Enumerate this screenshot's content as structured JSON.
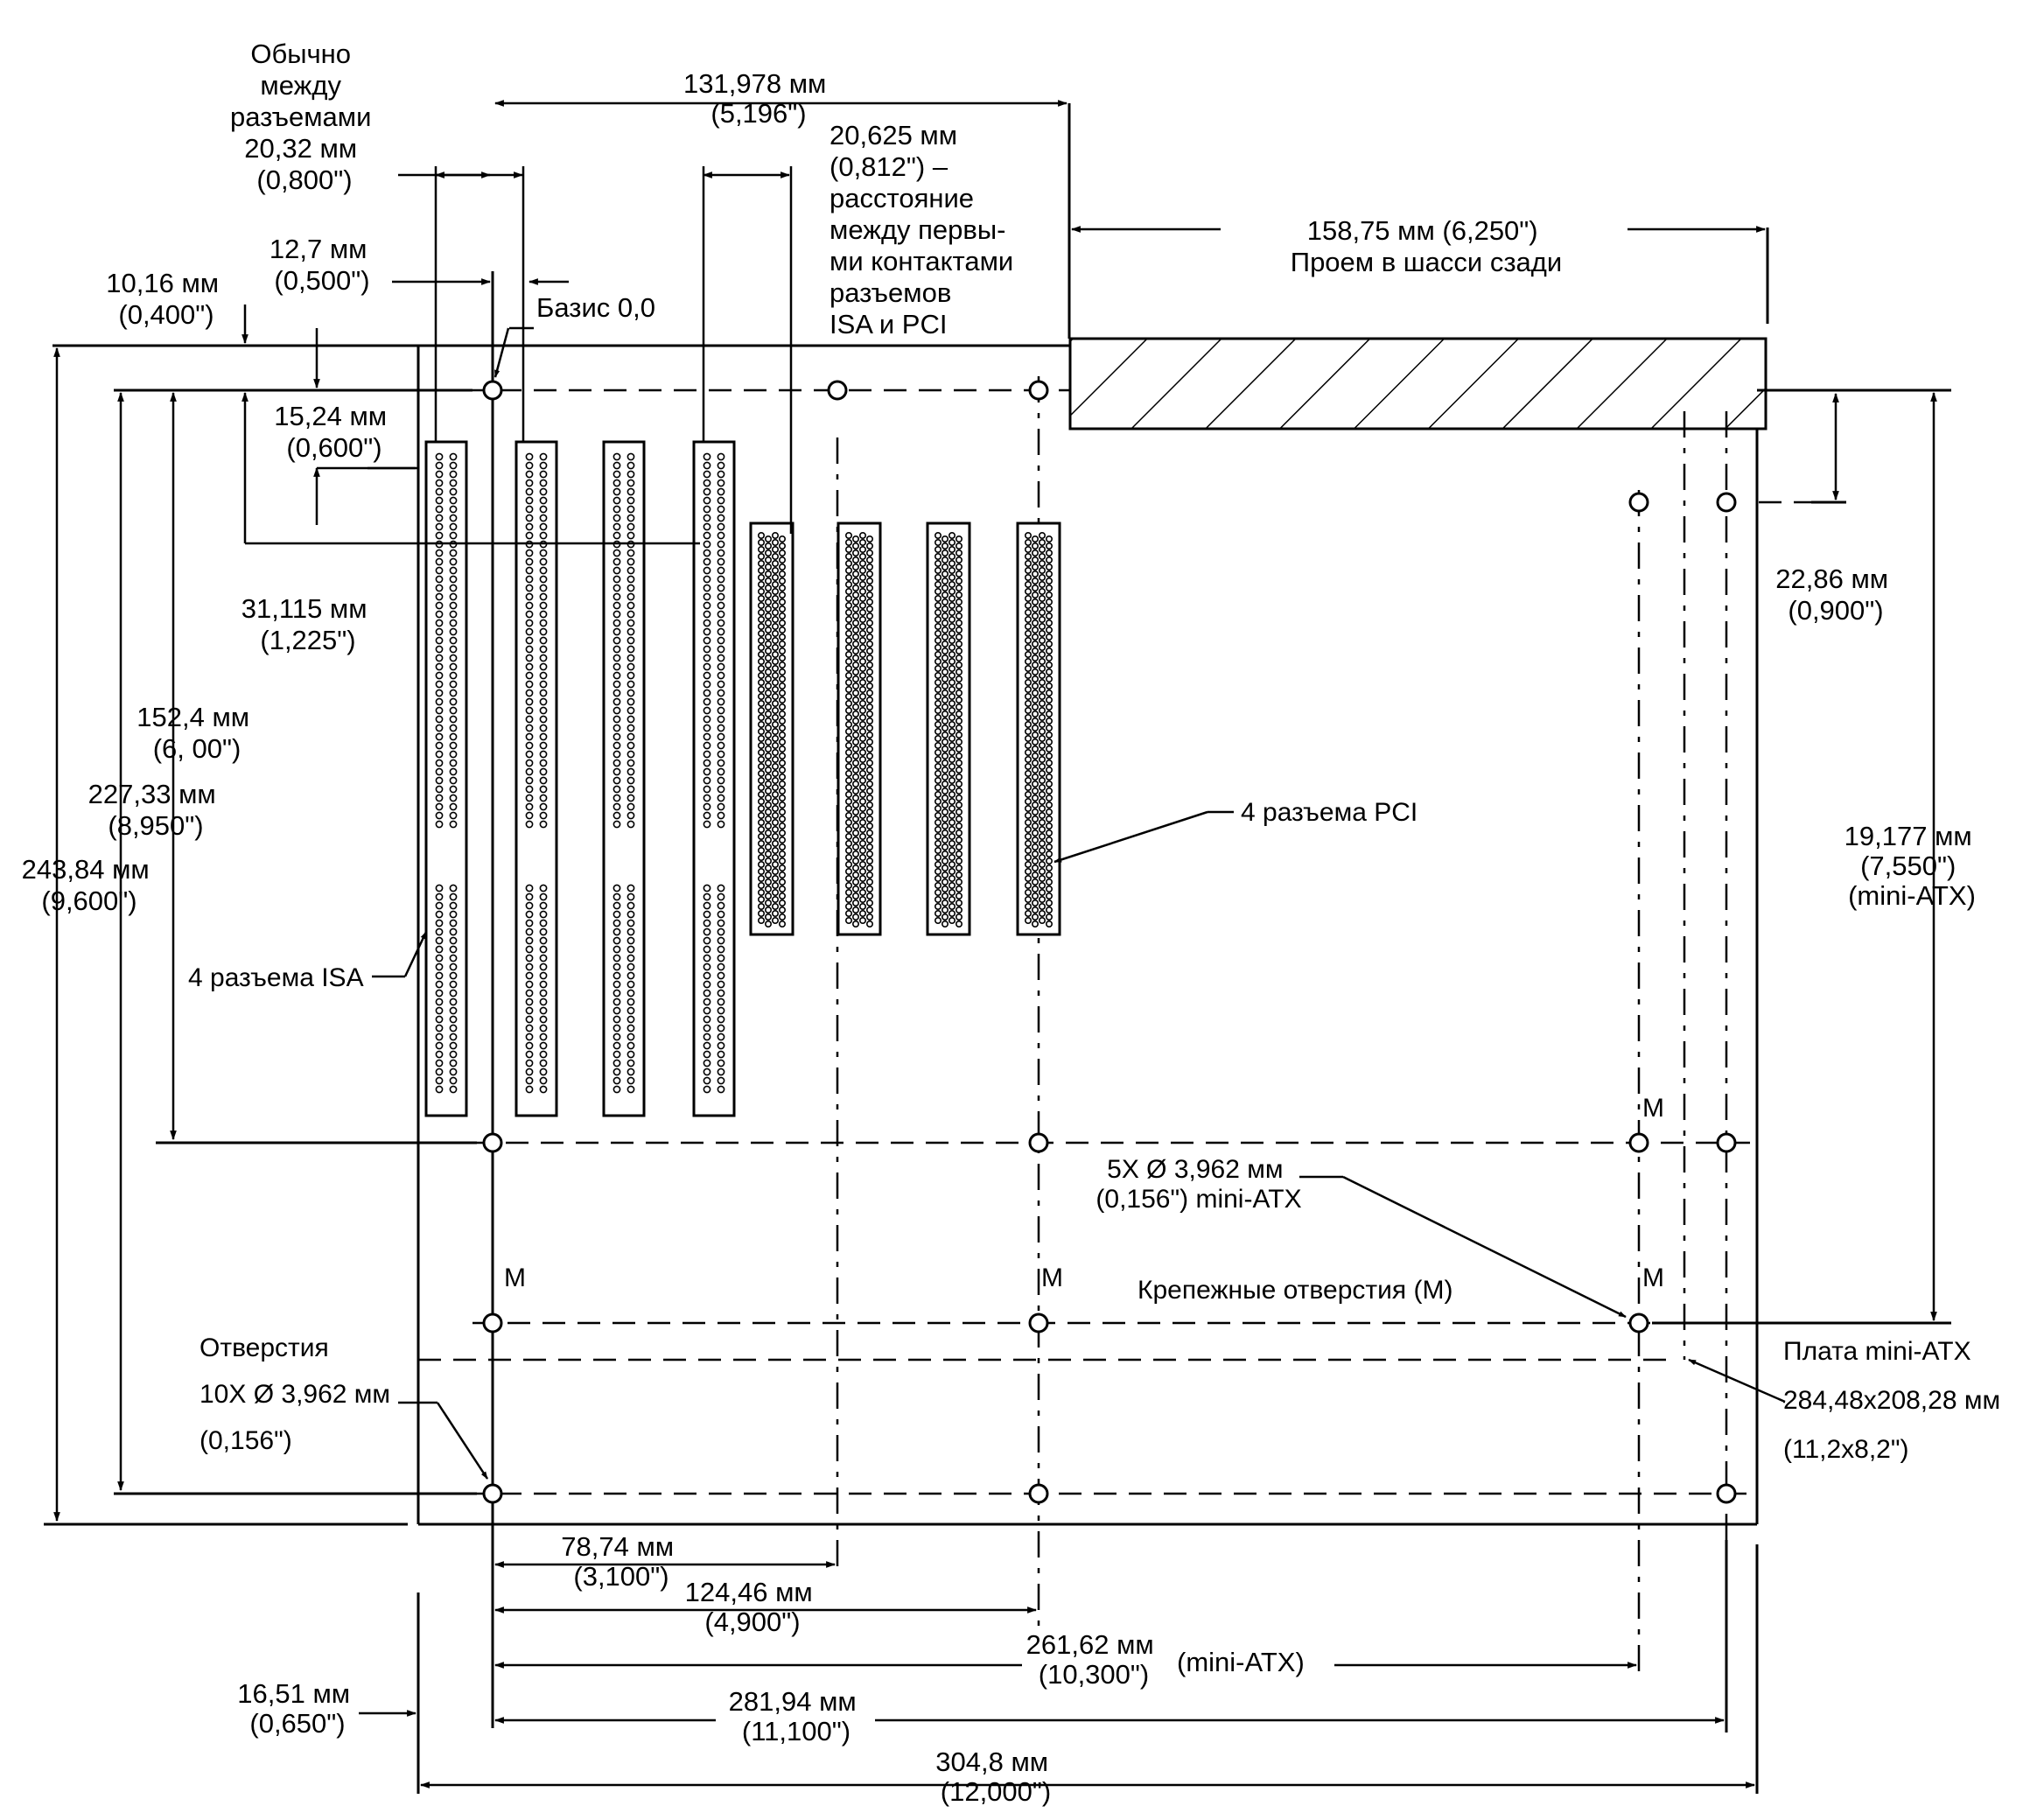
{
  "labels": {
    "slot_pitch": [
      "Обычно",
      "между",
      "разъемами",
      "20,32 мм",
      "(0,800\")"
    ],
    "isa_pci_width": [
      "131,978 мм",
      "(5,196\")"
    ],
    "isa_pci_offset": [
      "20,625 мм",
      "(0,812\") –",
      "расстояние",
      "между первы-",
      "ми контактами",
      "разъемов",
      "ISA и PCI"
    ],
    "chassis_opening": [
      "158,75 мм (6,250\")",
      "Проем в шасси сзади"
    ],
    "d12_7": [
      "12,7 мм",
      "(0,500\")"
    ],
    "d10_16": [
      "10,16 мм",
      "(0,400\")"
    ],
    "datum": "Базис 0,0",
    "d15_24": [
      "15,24 мм",
      "(0,600\")"
    ],
    "d31_115": [
      "31,115 мм",
      "(1,225\")"
    ],
    "d152_4": [
      "152,4 мм",
      "(6, 00\")"
    ],
    "d227_33": [
      "227,33 мм",
      "(8,950\")"
    ],
    "d243_84": [
      "243,84 мм",
      "(9,600\")"
    ],
    "isa_slots": "4 разъема ISA",
    "pci_slots": "4 разъема PCI",
    "d22_86": [
      "22,86 мм",
      "(0,900\")"
    ],
    "d19_177": [
      "19,177 мм",
      "(7,550\")",
      "(mini-ATX)"
    ],
    "mini_holes": [
      "5X Ø 3,962 мм",
      "(0,156\") mini-ATX"
    ],
    "mounting_holes": "Крепежные отверстия (M)",
    "m": "M",
    "holes10": [
      "Отверстия",
      "10X Ø 3,962 мм",
      "(0,156\")"
    ],
    "mini_board": [
      "Плата mini-ATX",
      "284,48x208,28 мм",
      "(11,2x8,2\")"
    ],
    "d78_74": [
      "78,74 мм",
      "(3,100\")"
    ],
    "d124_46": [
      "124,46 мм",
      "(4,900\")"
    ],
    "d261_62": [
      "261,62 мм",
      "(10,300\")"
    ],
    "mini_atx": "(mini-ATX)",
    "d16_51": [
      "16,51 мм",
      "(0,650\")"
    ],
    "d281_94": [
      "281,94 мм",
      "(11,100\")"
    ],
    "d304_8": [
      "304,8 мм",
      "(12,000\")"
    ]
  }
}
